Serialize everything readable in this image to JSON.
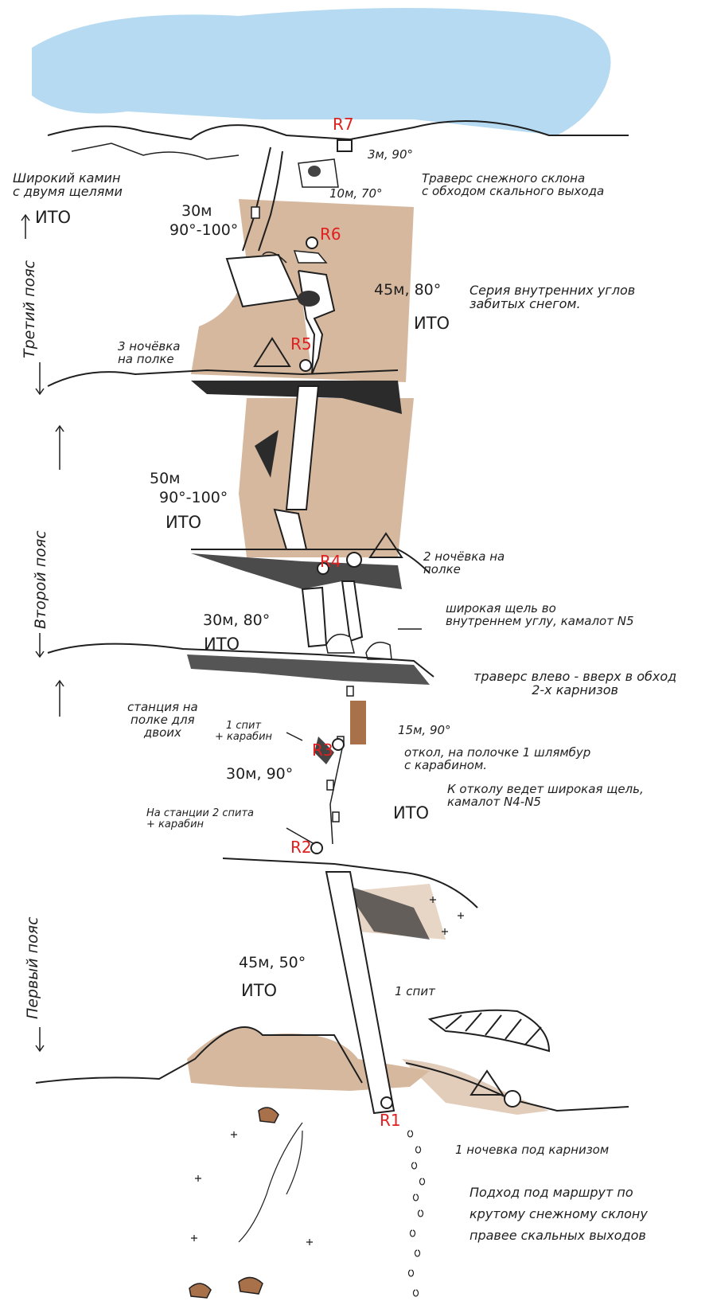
{
  "route_labels": {
    "r7": "R7",
    "r6": "R6",
    "r5": "R5",
    "r4": "R4",
    "r3": "R3",
    "r2": "R2",
    "r1": "R1"
  },
  "belts": {
    "third": "Третий пояс",
    "second": "Второй пояс",
    "first": "Первый пояс"
  },
  "notes": {
    "top_short": "3м, 90°",
    "top_pitch": "10м, 70°",
    "snow_traverse": "Траверс снежного склона\nс обходом скального выхода",
    "chimney": "Широкий камин\nс двумя щелями",
    "chimney_ito": "ИТО",
    "p6_len": "30м",
    "p6_angle": "90°-100°",
    "p5_len": "45м, 80°",
    "p5_ito": "ИТО",
    "p5_desc": "Серия внутренних углов\nзабитых снегом.",
    "bivouac3": "3 ночёвка\nна полке",
    "p4_len": "50м",
    "p4_angle": "90°-100°",
    "p4_ito": "ИТО",
    "bivouac2": "2 ночёвка на\nполке",
    "p3b_len": "30м, 80°",
    "p3b_ito": "ИТО",
    "wide_crack": "широкая щель во\nвнутреннем углу, камалот N5",
    "traverse_left": "траверс влево - вверх в обход\n2-х карнизов",
    "station": "станция на\nполке для\nдвоих",
    "one_bolt_carabiner": "1 спит\n+ карабин",
    "p3_short": "15м, 90°",
    "flake_note": "откол, на полочке 1 шлямбур\nс карабином.",
    "flake_crack": "К отколу ведет широкая щель,\nкамалот N4-N5",
    "p2_len": "30м, 90°",
    "p2_ito": "ИТО",
    "station_two_bolts": "На станции 2 спита\n+ карабин",
    "p1_len": "45м, 50°",
    "p1_ito": "ИТО",
    "one_bolt": "1 спит",
    "bivouac1": "1 ночевка под карнизом",
    "approach": "Подход под маршрут по\nкрутому снежному склону\nправее скальных выходов"
  },
  "colors": {
    "sky": "#9ecbe8",
    "rock": "#c9a07e",
    "rock_dark": "#b98a64",
    "ink": "#1f1f1f",
    "label_red": "#e02020",
    "shadow": "#2b2b2b",
    "ground_brown": "#a9714a"
  },
  "icons": [
    "tent-icon",
    "bolt-icon",
    "rock-icon",
    "snow-cross-icon"
  ]
}
